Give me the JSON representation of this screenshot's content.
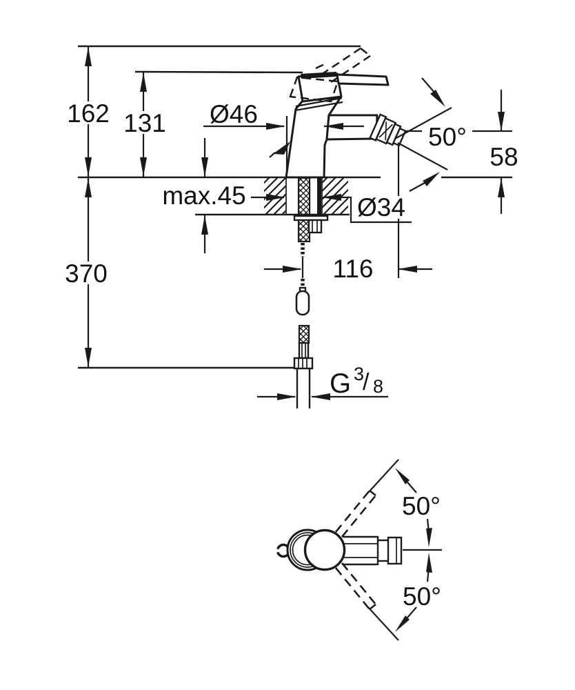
{
  "front_view": {
    "total_height": "162",
    "handle_height": "131",
    "body_diameter": "Ø46",
    "max_deck_thickness": "max.45",
    "hole_diameter": "Ø34",
    "aerator_angle": "50°",
    "outlet_height": "58",
    "hose_drop": "370",
    "outlet_reach": "116",
    "thread": {
      "prefix": "G",
      "numerator": "3",
      "slash": "/",
      "denominator": "8"
    }
  },
  "plan_view": {
    "swivel_angle_upper": "50°",
    "swivel_angle_lower": "50°"
  },
  "style": {
    "line_color": "#1a1a1a",
    "background": "#ffffff"
  }
}
